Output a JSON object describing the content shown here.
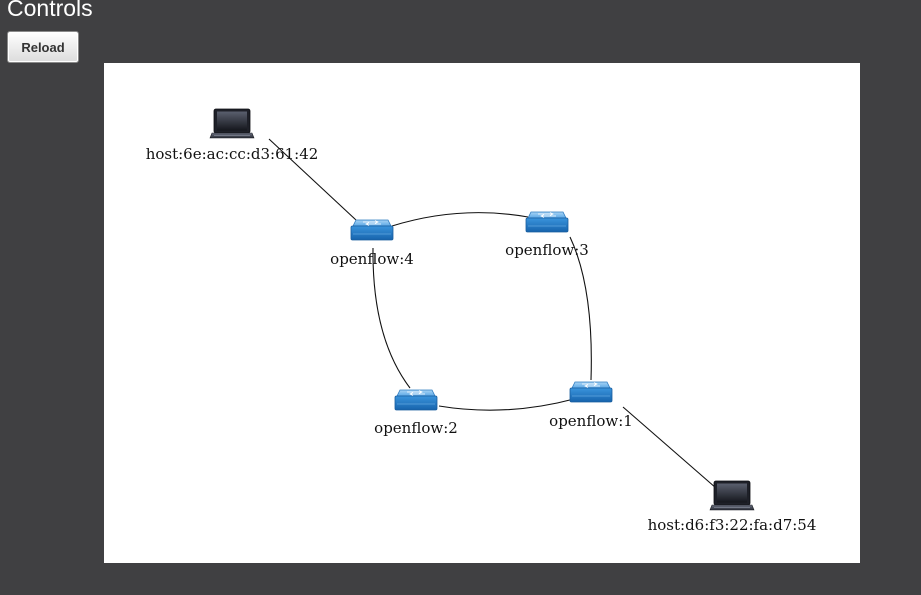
{
  "page": {
    "heading": "Controls",
    "reload_label": "Reload"
  },
  "topology": {
    "nodes": {
      "host_a": {
        "label": "host:6e:ac:cc:d3:61:42",
        "kind": "host",
        "icon": "laptop-icon"
      },
      "of4": {
        "label": "openflow:4",
        "kind": "switch",
        "icon": "switch-icon"
      },
      "of3": {
        "label": "openflow:3",
        "kind": "switch",
        "icon": "switch-icon"
      },
      "of2": {
        "label": "openflow:2",
        "kind": "switch",
        "icon": "switch-icon"
      },
      "of1": {
        "label": "openflow:1",
        "kind": "switch",
        "icon": "switch-icon"
      },
      "host_b": {
        "label": "host:d6:f3:22:fa:d7:54",
        "kind": "host",
        "icon": "laptop-icon"
      }
    },
    "links": [
      [
        "host_a",
        "of4"
      ],
      [
        "of4",
        "of3"
      ],
      [
        "of4",
        "of2"
      ],
      [
        "of3",
        "of1"
      ],
      [
        "of2",
        "of1"
      ],
      [
        "of1",
        "host_b"
      ]
    ],
    "colors": {
      "switch": "#2f86cf",
      "host": "#2b2f3a",
      "link": "#111111"
    }
  }
}
